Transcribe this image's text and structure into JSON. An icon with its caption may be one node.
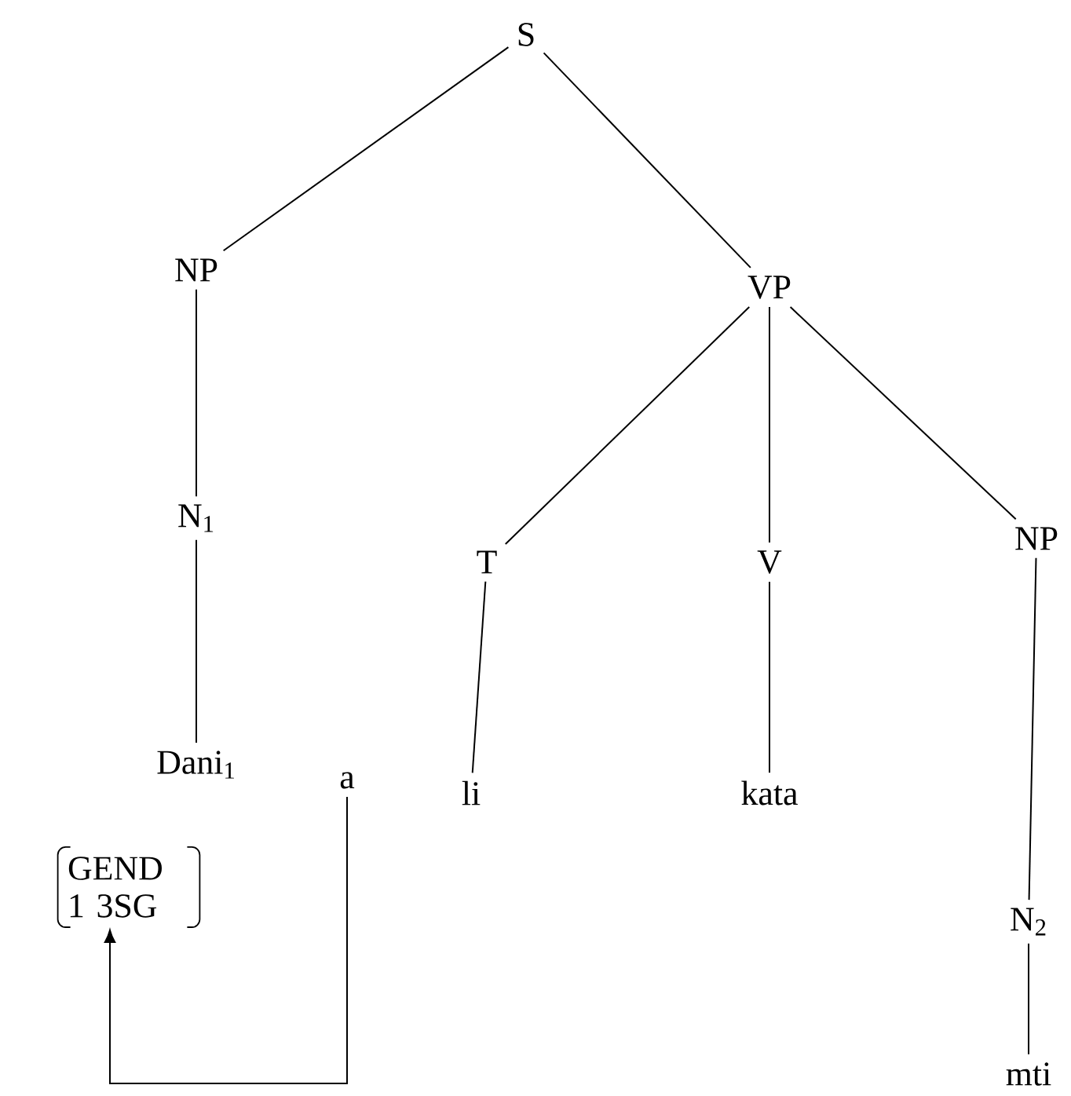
{
  "diagram": {
    "nodes": [
      {
        "text": [
          "S"
        ]
      },
      {
        "text": [
          "NP"
        ]
      },
      {
        "text": [
          "VP"
        ]
      },
      {
        "text": [
          "N$_{1}$"
        ]
      },
      {
        "text": [
          "T"
        ]
      },
      {
        "text": [
          "V"
        ]
      },
      {
        "text": [
          "NP"
        ]
      },
      {
        "text": [
          "Dani$_{1}$"
        ]
      },
      {
        "text": [
          "a"
        ]
      },
      {
        "text": [
          "li"
        ]
      },
      {
        "text": [
          "kata"
        ]
      },
      {
        "text": [
          "GEND 1 3SG"
        ]
      },
      {
        "text": [
          "N$_{2}$"
        ]
      },
      {
        "text": [
          "mti"
        ]
      }
    ],
    "edges": [
      {
        "from": 0,
        "to": 1,
        "arrow": "none"
      },
      {
        "from": 0,
        "to": 2,
        "arrow": "none"
      },
      {
        "from": 1,
        "to": 3,
        "arrow": "none"
      },
      {
        "from": 2,
        "to": 4,
        "arrow": "none"
      },
      {
        "from": 2,
        "to": 5,
        "arrow": "none"
      },
      {
        "from": 2,
        "to": 6,
        "arrow": "none"
      },
      {
        "from": 3,
        "to": 7,
        "arrow": "none"
      },
      {
        "from": 4,
        "to": 9,
        "arrow": "none"
      },
      {
        "from": 5,
        "to": 10,
        "arrow": "none"
      },
      {
        "from": 6,
        "to": 12,
        "arrow": "none"
      },
      {
        "from": 12,
        "to": 13,
        "arrow": "none"
      },
      {
        "from": 8,
        "to": 11,
        "arrow": "to"
      }
    ]
  }
}
